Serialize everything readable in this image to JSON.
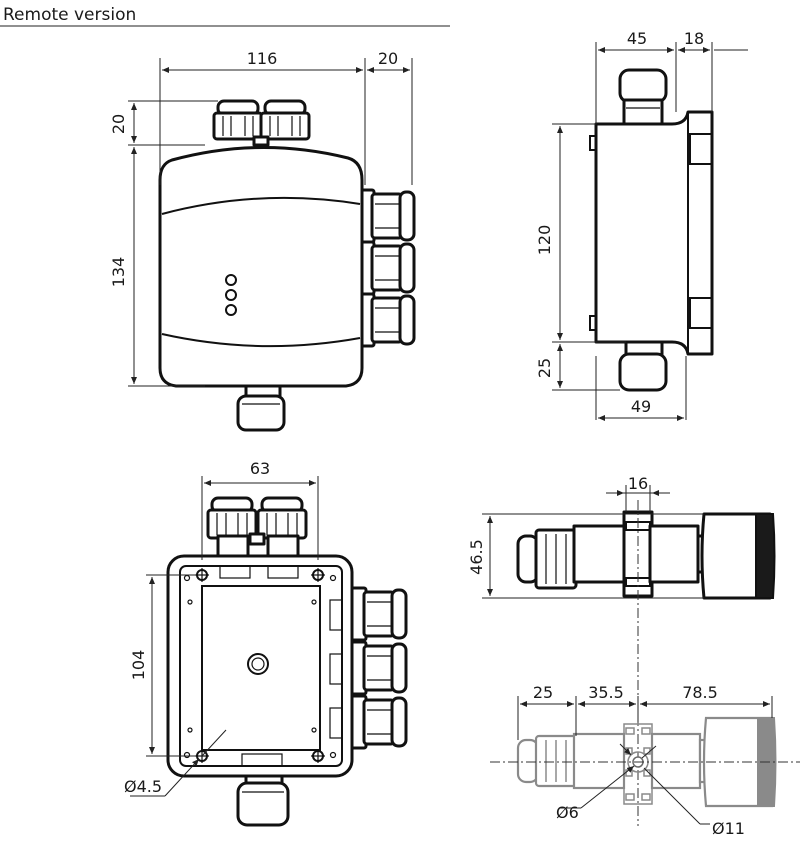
{
  "title": "Remote version",
  "top_left_view": {
    "width": "116",
    "side_offset": "20",
    "top_offset": "20",
    "height": "134"
  },
  "top_right_view": {
    "depth": "45",
    "flange": "18",
    "height": "120",
    "bottom_offset": "25",
    "base_depth": "49"
  },
  "bottom_left_view": {
    "width": "63",
    "height": "104",
    "hole_diameter": "Ø4.5"
  },
  "sensor_side_view": {
    "width": "16",
    "height": "46.5"
  },
  "sensor_top_view": {
    "length_a": "25",
    "length_b": "35.5",
    "length_c": "78.5",
    "inner_diameter": "Ø6",
    "outer_diameter": "Ø11"
  }
}
